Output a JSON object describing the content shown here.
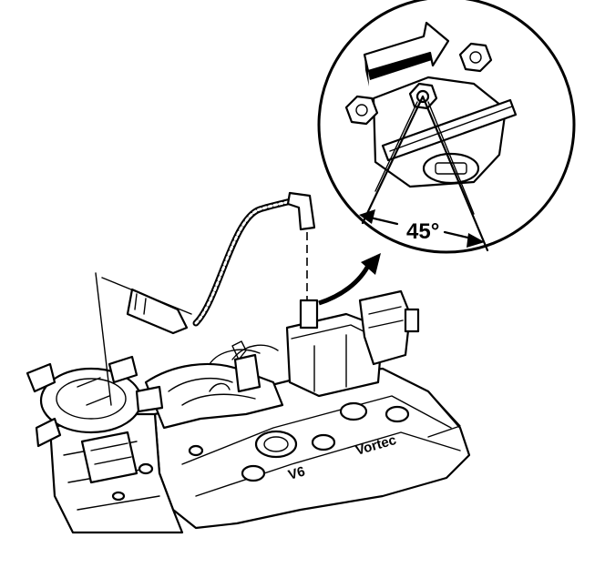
{
  "diagram": {
    "angle_label": "45°",
    "cover_stamp_left": "V6",
    "cover_stamp_right": "Vortec"
  }
}
